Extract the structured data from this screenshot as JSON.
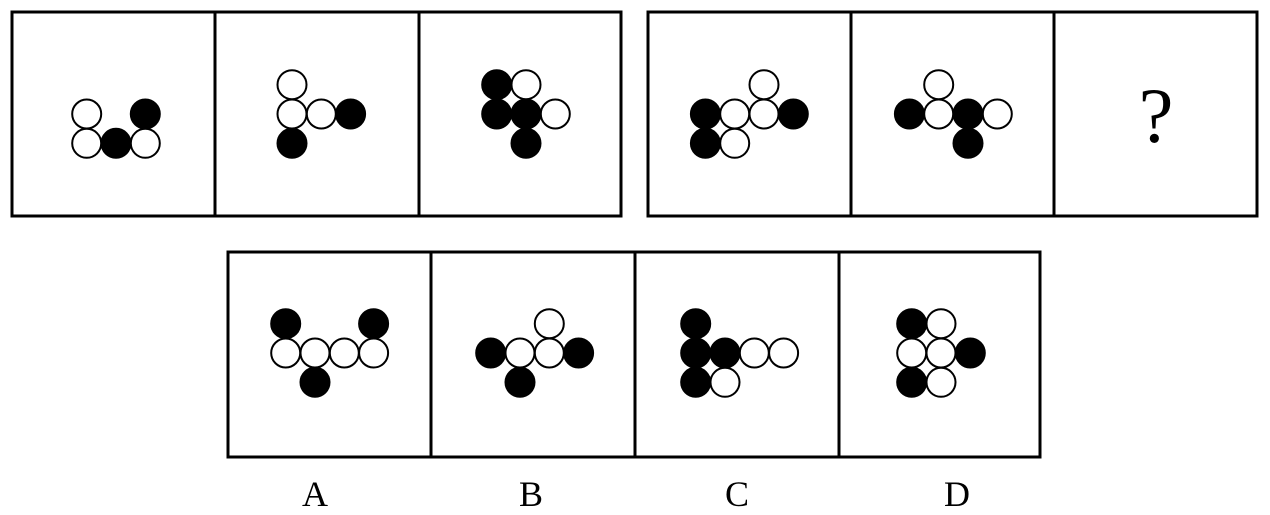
{
  "question_sequence": [
    {
      "id": "q1",
      "circles": [
        [
          -1,
          0,
          0
        ],
        [
          -1,
          1,
          0
        ],
        [
          0,
          1,
          1
        ],
        [
          1,
          0,
          1
        ],
        [
          1,
          1,
          0
        ]
      ]
    },
    {
      "id": "q2",
      "circles": [
        [
          0,
          -1,
          0
        ],
        [
          0,
          0,
          0
        ],
        [
          1,
          0,
          0
        ],
        [
          2,
          0,
          1
        ],
        [
          0,
          1,
          1
        ]
      ]
    },
    {
      "id": "q3",
      "circles": [
        [
          -1,
          -1,
          1
        ],
        [
          0,
          -1,
          0
        ],
        [
          -1,
          0,
          1
        ],
        [
          0,
          0,
          1
        ],
        [
          1,
          0,
          0
        ],
        [
          0,
          1,
          1
        ]
      ]
    },
    {
      "id": "q4",
      "circles": [
        [
          0,
          -1,
          0
        ],
        [
          -2,
          0,
          1
        ],
        [
          -1,
          0,
          0
        ],
        [
          0,
          0,
          0
        ],
        [
          1,
          0,
          1
        ],
        [
          -2,
          1,
          1
        ],
        [
          -1,
          1,
          0
        ]
      ]
    },
    {
      "id": "q5",
      "circles": [
        [
          -1,
          -1,
          0
        ],
        [
          -2,
          0,
          1
        ],
        [
          -1,
          0,
          0
        ],
        [
          0,
          0,
          1
        ],
        [
          1,
          0,
          0
        ],
        [
          0,
          1,
          1
        ]
      ]
    }
  ],
  "unknown_symbol": "?",
  "options": [
    {
      "label": "A",
      "circles": [
        [
          -1,
          -1,
          1
        ],
        [
          2,
          -1,
          1
        ],
        [
          -1,
          0,
          0
        ],
        [
          0,
          0,
          0
        ],
        [
          1,
          0,
          0
        ],
        [
          2,
          0,
          0
        ],
        [
          0,
          1,
          1
        ]
      ]
    },
    {
      "label": "B",
      "circles": [
        [
          1,
          -1,
          0
        ],
        [
          -1,
          0,
          1
        ],
        [
          0,
          0,
          0
        ],
        [
          1,
          0,
          0
        ],
        [
          2,
          0,
          1
        ],
        [
          0,
          1,
          1
        ]
      ]
    },
    {
      "label": "C",
      "circles": [
        [
          -1,
          -1,
          1
        ],
        [
          -1,
          0,
          1
        ],
        [
          0,
          0,
          1
        ],
        [
          1,
          0,
          0
        ],
        [
          2,
          0,
          0
        ],
        [
          -1,
          1,
          1
        ],
        [
          0,
          1,
          0
        ]
      ]
    },
    {
      "label": "D",
      "circles": [
        [
          -1,
          -1,
          1
        ],
        [
          0,
          -1,
          0
        ],
        [
          -1,
          0,
          0
        ],
        [
          0,
          0,
          0
        ],
        [
          1,
          0,
          1
        ],
        [
          -1,
          1,
          1
        ],
        [
          0,
          1,
          0
        ]
      ]
    }
  ]
}
